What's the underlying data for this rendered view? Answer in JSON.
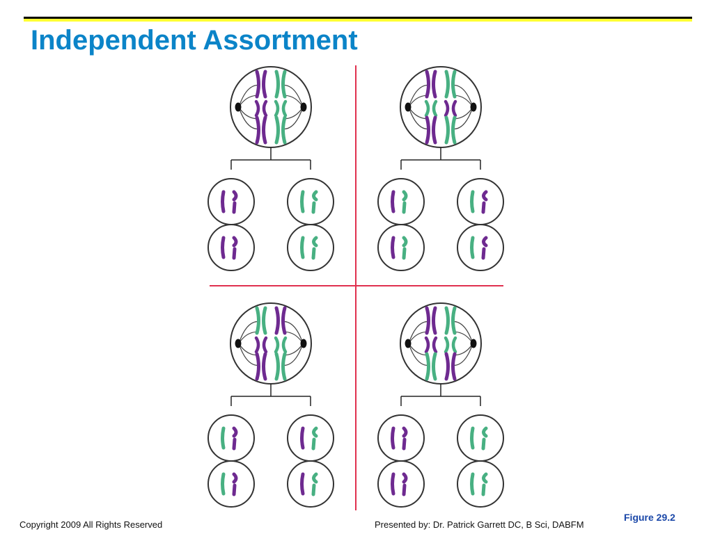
{
  "slide": {
    "title": "Independent Assortment",
    "copyright": "Copyright 2009 All Rights Reserved",
    "presenter": "Presented by: Dr. Patrick Garrett DC, B Sci, DABFM",
    "figure_label": "Figure 29.2"
  },
  "colors": {
    "title": "#0b84c8",
    "accent_rule": "#ffff33",
    "divider": "#e0304e",
    "purple": "#6e2a90",
    "green": "#48b082",
    "outline": "#333333"
  },
  "icons": {
    "cell": "cell-icon",
    "chromosome": "chromosome-icon",
    "centrosome": "centrosome-icon"
  },
  "diagram": {
    "panels": [
      {
        "metaphase": {
          "top": [
            "purple",
            "green"
          ],
          "middle": [
            "purple",
            "green"
          ],
          "bottom": [
            "purple",
            "green"
          ]
        },
        "daughters": [
          [
            "purple",
            "purple"
          ],
          [
            "green",
            "green"
          ],
          [
            "purple",
            "purple"
          ],
          [
            "green",
            "green"
          ]
        ]
      },
      {
        "metaphase": {
          "top": [
            "purple",
            "green"
          ],
          "middle": [
            "green",
            "purple"
          ],
          "bottom": [
            "purple",
            "green"
          ]
        },
        "daughters": [
          [
            "purple",
            "green"
          ],
          [
            "green",
            "purple"
          ],
          [
            "purple",
            "green"
          ],
          [
            "green",
            "purple"
          ]
        ]
      },
      {
        "metaphase": {
          "top": [
            "green",
            "purple"
          ],
          "middle": [
            "purple",
            "green"
          ],
          "bottom": [
            "purple",
            "green"
          ]
        },
        "daughters": [
          [
            "green",
            "purple"
          ],
          [
            "purple",
            "green"
          ],
          [
            "green",
            "purple"
          ],
          [
            "purple",
            "green"
          ]
        ]
      },
      {
        "metaphase": {
          "top": [
            "purple",
            "green"
          ],
          "middle": [
            "purple",
            "green"
          ],
          "bottom": [
            "green",
            "purple"
          ]
        },
        "daughters": [
          [
            "purple",
            "purple"
          ],
          [
            "green",
            "green"
          ],
          [
            "purple",
            "purple"
          ],
          [
            "green",
            "green"
          ]
        ]
      }
    ]
  }
}
